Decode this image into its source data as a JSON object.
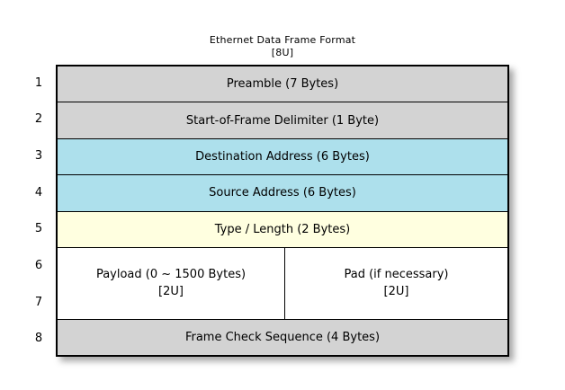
{
  "title": {
    "main": "Ethernet Data Frame Format",
    "sub": "[8U]"
  },
  "colors": {
    "gray": "#d3d3d3",
    "blue": "#ade0ec",
    "yellow": "#ffffe0",
    "white": "#ffffff",
    "border": "#000000",
    "background": "#ffffff"
  },
  "row_numbers": [
    "1",
    "2",
    "3",
    "4",
    "5",
    "6",
    "7",
    "8"
  ],
  "rows": [
    {
      "number": "1",
      "label": "Preamble (7 Bytes)",
      "sub": "",
      "fill": "gray"
    },
    {
      "number": "2",
      "label": "Start-of-Frame Delimiter (1 Byte)",
      "sub": "",
      "fill": "gray"
    },
    {
      "number": "3",
      "label": "Destination Address (6 Bytes)",
      "sub": "",
      "fill": "blue"
    },
    {
      "number": "4",
      "label": "Source Address (6 Bytes)",
      "sub": "",
      "fill": "blue"
    },
    {
      "number": "5",
      "label": "Type / Length (2 Bytes)",
      "sub": "",
      "fill": "yellow"
    },
    {
      "number": "6-7",
      "fill": "white",
      "split": [
        {
          "label": "Payload (0 ~ 1500 Bytes)",
          "sub": "[2U]"
        },
        {
          "label": "Pad (if necessary)",
          "sub": "[2U]"
        }
      ]
    },
    {
      "number": "8",
      "label": "Frame Check Sequence (4 Bytes)",
      "sub": "",
      "fill": "gray"
    }
  ]
}
